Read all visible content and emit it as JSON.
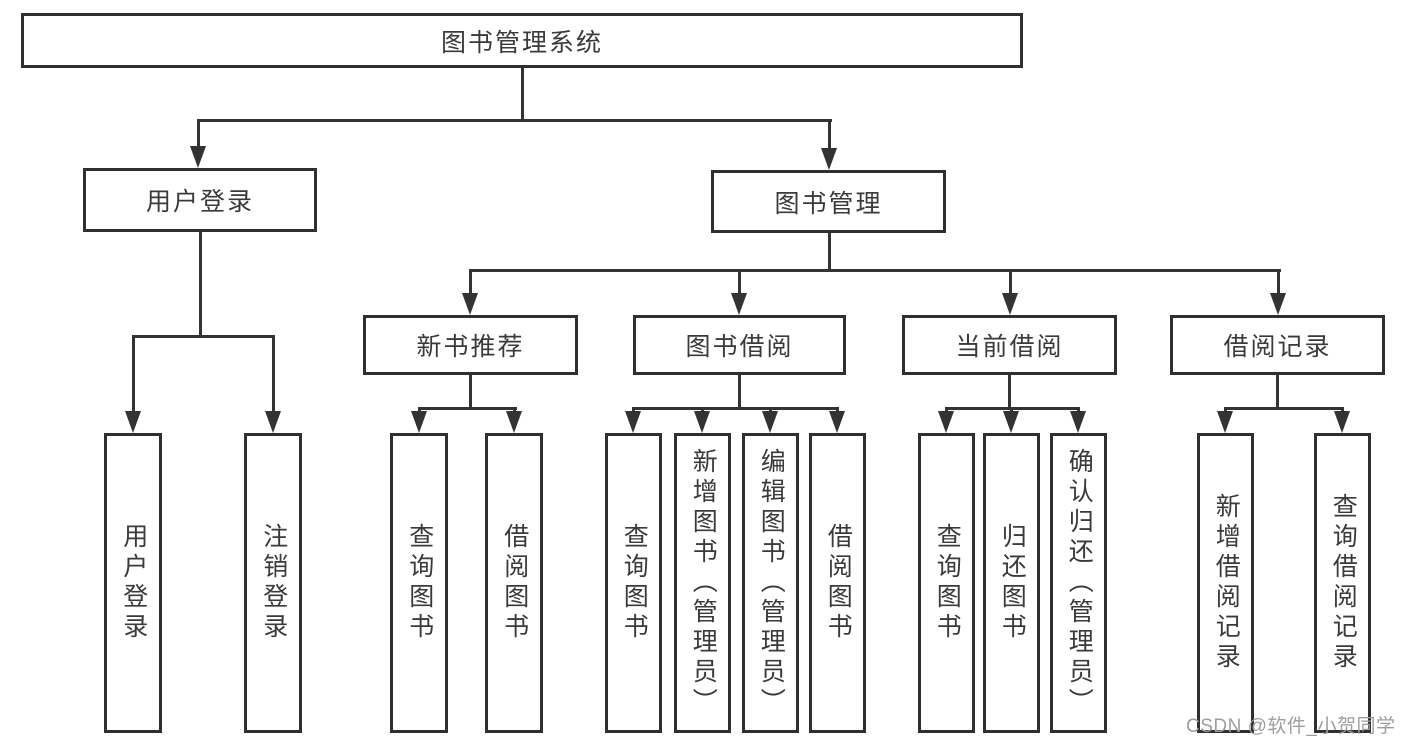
{
  "colors": {
    "line": "#333333",
    "box_border": "#2f2f2f",
    "text": "#3a3a3a",
    "background": "#ffffff",
    "watermark": "#9e9e9e"
  },
  "tree": {
    "root": "图书管理系统",
    "login": {
      "label": "用户登录",
      "children": [
        "用户登录",
        "注销登录"
      ]
    },
    "management": {
      "label": "图书管理",
      "groups": [
        {
          "label": "新书推荐",
          "children": [
            "查询图书",
            "借阅图书"
          ]
        },
        {
          "label": "图书借阅",
          "children": [
            "查询图书",
            "新增图书（管理员）",
            "编辑图书（管理员）",
            "借阅图书"
          ]
        },
        {
          "label": "当前借阅",
          "children": [
            "查询图书",
            "归还图书",
            "确认归还（管理员）"
          ]
        },
        {
          "label": "借阅记录",
          "children": [
            "新增借阅记录",
            "查询借阅记录"
          ]
        }
      ]
    }
  },
  "watermark": "CSDN @软件_小贺同学"
}
